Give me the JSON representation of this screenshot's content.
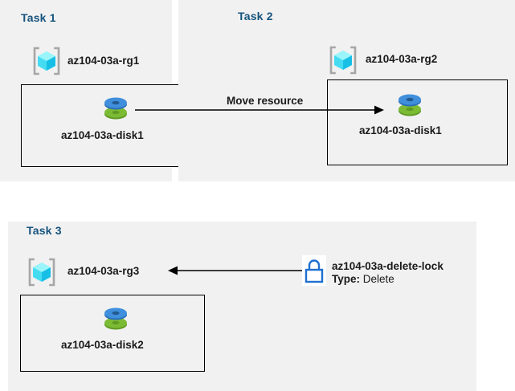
{
  "page": {
    "background_color": "#ffffff",
    "panel_color": "#f1f1f1",
    "title_color": "#16537e",
    "text_color": "#1a1a1a",
    "line_color": "#000000"
  },
  "tasks": [
    {
      "title": "Task 1",
      "resource_group": {
        "icon": "resource-group-cube-icon",
        "label": "az104-03a-rg1"
      },
      "resource": {
        "icon": "managed-disk-icon",
        "label": "az104-03a-disk1"
      }
    },
    {
      "title": "Task 2",
      "resource_group": {
        "icon": "resource-group-cube-icon",
        "label": "az104-03a-rg2"
      },
      "resource": {
        "icon": "managed-disk-icon",
        "label": "az104-03a-disk1"
      }
    },
    {
      "title": "Task 3",
      "resource_group": {
        "icon": "resource-group-cube-icon",
        "label": "az104-03a-rg3"
      },
      "resource": {
        "icon": "managed-disk-icon",
        "label": "az104-03a-disk2"
      },
      "lock": {
        "icon": "padlock-icon",
        "name": "az104-03a-delete-lock",
        "type_key": "Type:",
        "type_value": "Delete"
      }
    }
  ],
  "connectors": {
    "move_resource": {
      "label": "Move resource",
      "direction": "right"
    },
    "lock_applies_to": {
      "label": "",
      "direction": "left"
    }
  },
  "icon_colors": {
    "cube_top": "#7ff0f7",
    "cube_left": "#3fd7f0",
    "cube_right": "#19b8e0",
    "bracket": "#a6a6a6",
    "disk_blue": "#3f8fdc",
    "disk_blue_dark": "#2a6fb8",
    "disk_green": "#7cbb34",
    "disk_green_dark": "#5f9a22",
    "lock_blue": "#1f6fd0"
  }
}
